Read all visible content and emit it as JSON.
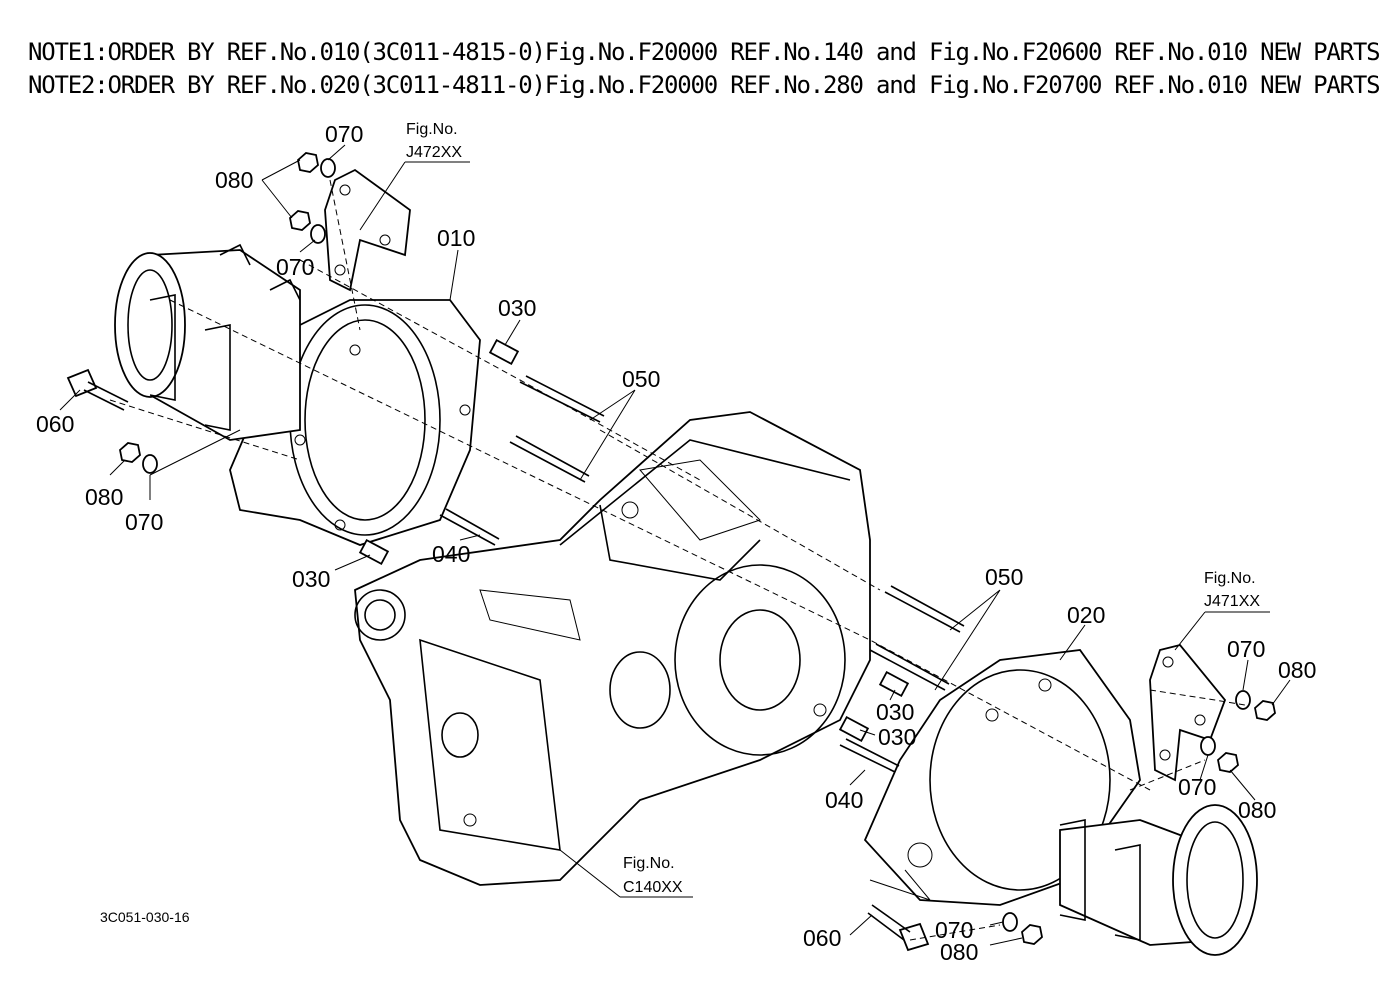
{
  "notes": [
    "NOTE1:ORDER BY REF.No.010(3C011-4815-0)Fig.No.F20000 REF.No.140 and Fig.No.F20600 REF.No.010 NEW PARTS.",
    "NOTE2:ORDER BY REF.No.020(3C011-4811-0)Fig.No.F20000 REF.No.280 and Fig.No.F20700 REF.No.010 NEW PARTS."
  ],
  "callouts": {
    "c070_top": "070",
    "c080_top": "080",
    "c070_top2": "070",
    "c010": "010",
    "c030_a": "030",
    "c050_a": "050",
    "c060_left": "060",
    "c080_left": "080",
    "c070_left": "070",
    "c040_a": "040",
    "c030_b": "030",
    "c050_b": "050",
    "c020": "020",
    "c030_c": "030",
    "c030_d": "030",
    "c040_b": "040",
    "c070_r1": "070",
    "c080_r1": "080",
    "c070_r2": "070",
    "c080_r2": "080",
    "c060_bottom": "060",
    "c070_bottom": "070",
    "c080_bottom": "080"
  },
  "fig_refs": {
    "j472_title": "Fig.No.",
    "j472_code": "J472XX",
    "j471_title": "Fig.No.",
    "j471_code": "J471XX",
    "c140_title": "Fig.No.",
    "c140_code": "C140XX"
  },
  "drawing_id": "3C051-030-16"
}
